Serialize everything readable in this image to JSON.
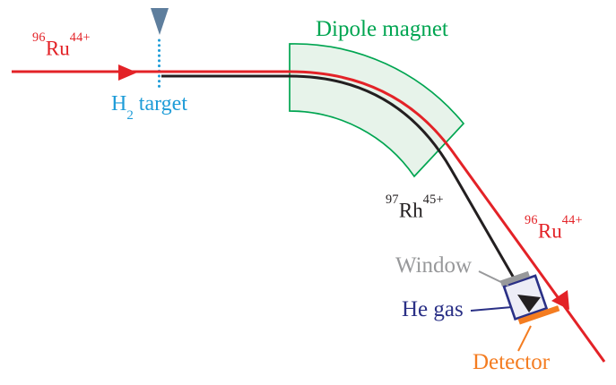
{
  "figure": {
    "type": "ion-beam-separation-schematic",
    "labels": {
      "beam_in": {
        "mass": "96",
        "element": "Ru",
        "charge": "44+"
      },
      "target": {
        "element": "H",
        "sub": "2",
        "rest": " target"
      },
      "dipole": "Dipole magnet",
      "product": {
        "mass": "97",
        "element": "Rh",
        "charge": "45+"
      },
      "beam_out": {
        "mass": "96",
        "element": "Ru",
        "charge": "44+"
      },
      "window": "Window",
      "he_gas": "He gas",
      "detector": "Detector"
    },
    "colors": {
      "beam_ru_red": "#e32227",
      "beam_rh_black": "#231f20",
      "target_blue": "#1e9cd8",
      "nozzle_slate": "#5e7e9d",
      "dipole_green": "#00a551",
      "dipole_fill": "#e7f3ea",
      "window_grey": "#98999b",
      "he_gas_navy": "#2a3086",
      "detector_orange": "#f47c20",
      "chamber_fill": "#ededf6"
    }
  }
}
